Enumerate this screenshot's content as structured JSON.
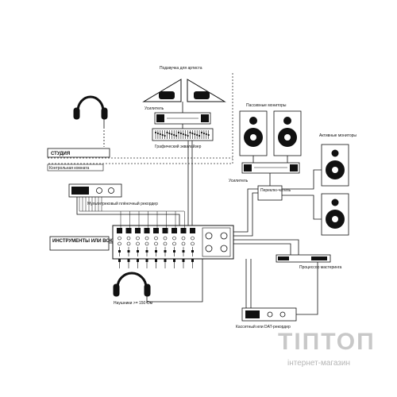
{
  "labels": {
    "artist_monitors": "Подзвучка для артиста",
    "amplifier_top": "Усилитель",
    "graphic_eq": "Графический эквалайзер",
    "studio": "СТУДИЯ",
    "control_room": "Контрольная комната",
    "passive_monitors": "Пассивные мониторы",
    "amplifier_right": "Усилитель",
    "switch": "Переклю-чатель",
    "active_monitors": "Активные мониторы",
    "multitrack": "Мультитрековый плёночный рекордер",
    "instruments": "ИНСТРУМЕНТЫ ИЛИ ВОКАЛ",
    "mastering": "Процессор мастеринга",
    "headphones": "Наушники >= 150 Ом",
    "cassette": "Кассетный или DAT-рекордер"
  },
  "watermark": {
    "brand": "ТІПТОП",
    "sub": "інтернет-магазин"
  }
}
